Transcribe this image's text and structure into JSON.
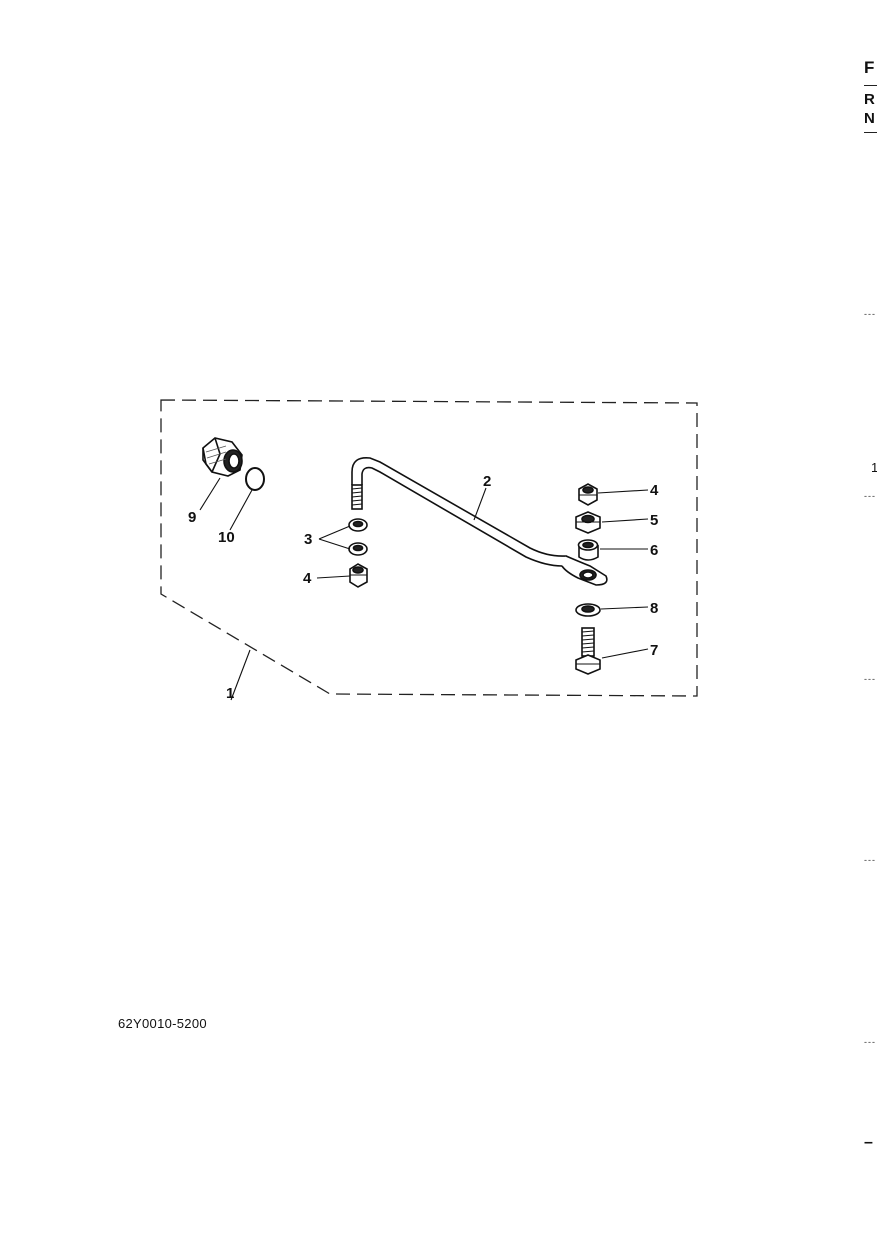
{
  "part_code": "62Y0010-5200",
  "callouts": {
    "c1": "1",
    "c2": "2",
    "c3": "3",
    "c4a": "4",
    "c4b": "4",
    "c5": "5",
    "c6": "6",
    "c7": "7",
    "c8": "8",
    "c9": "9",
    "c10": "10"
  },
  "right_edge": {
    "letters": [
      "F",
      "R",
      "N"
    ],
    "page_digit": "1",
    "tick": "---",
    "bottom_dash": "–"
  }
}
